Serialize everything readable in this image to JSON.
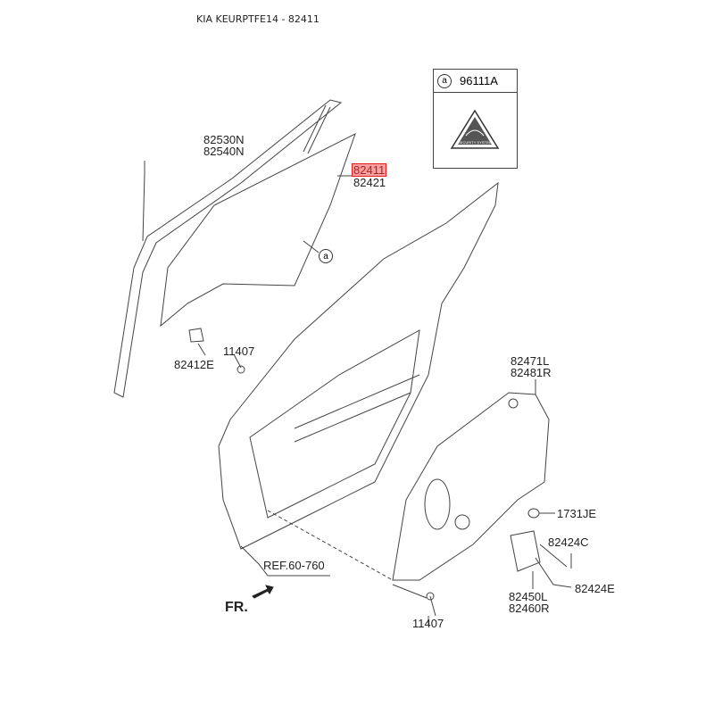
{
  "header": {
    "title": "KIA KEURPTFE14 - 82411"
  },
  "legend_box": {
    "marker": "a",
    "part": "96111A",
    "emblem_text": "SECURITY SYSTEM"
  },
  "labels": {
    "moulding": [
      "82530N",
      "82540N"
    ],
    "glass_highlighted": "82411",
    "glass_alt": "82421",
    "glass_marker": "a",
    "bolt_top": "11407",
    "clip": "82412E",
    "module_panel": [
      "82471L",
      "82481R"
    ],
    "grommet": "1731JE",
    "screw_c": "82424C",
    "screw_e": "82424E",
    "motor": [
      "82450L",
      "82460R"
    ],
    "bolt_bottom": "11407",
    "ref": "REF.60-760",
    "front": "FR."
  },
  "colors": {
    "highlight": "#f7a0a0",
    "highlight_border": "#e02020",
    "line": "#333333"
  }
}
